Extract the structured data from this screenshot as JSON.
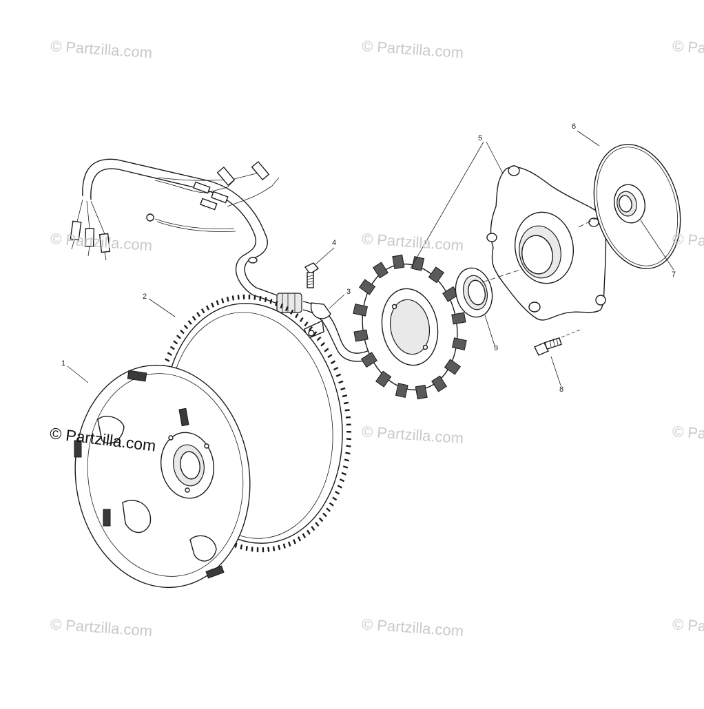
{
  "watermark": "© Partzilla.com",
  "parts": [
    {
      "number": "1"
    },
    {
      "number": "2"
    },
    {
      "number": "3"
    },
    {
      "number": "4"
    },
    {
      "number": "5"
    },
    {
      "number": "6"
    },
    {
      "number": "7"
    },
    {
      "number": "8"
    },
    {
      "number": "9"
    }
  ]
}
